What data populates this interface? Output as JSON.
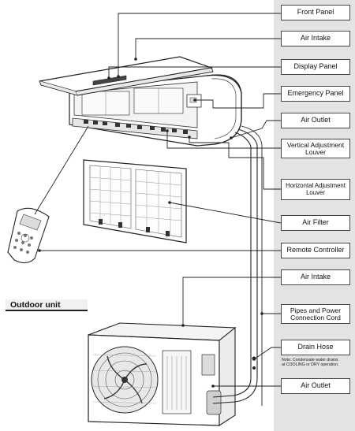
{
  "section_title": "Outdoor unit",
  "labels": [
    {
      "id": "front-panel",
      "text": "Front Panel"
    },
    {
      "id": "air-intake-indoor",
      "text": "Air Intake"
    },
    {
      "id": "display-panel",
      "text": "Display Panel"
    },
    {
      "id": "emergency-panel",
      "text": "Emergency Panel"
    },
    {
      "id": "air-outlet-indoor",
      "text": "Air Outlet"
    },
    {
      "id": "vertical-adjustment-louver",
      "text": "Vertical Adjustment\nLouver"
    },
    {
      "id": "horizontal-adjustment-louver",
      "text": "Horizontal Adjustment\nLouver"
    },
    {
      "id": "air-filter",
      "text": "Air Filter"
    },
    {
      "id": "remote-controller",
      "text": "Remote Controller"
    },
    {
      "id": "air-intake-outdoor",
      "text": "Air Intake"
    },
    {
      "id": "pipes-power-cord",
      "text": "Pipes and Power\nConnection Cord"
    },
    {
      "id": "drain-hose",
      "text": "Drain Hose"
    },
    {
      "id": "air-outlet-outdoor",
      "text": "Air Outlet"
    }
  ],
  "drain_note": "Note: Condensate water drains\nat COOLING or DRY operation.",
  "colors": {
    "sidebar": "#e3e3e3",
    "line": "#222222",
    "box_border": "#444444"
  }
}
